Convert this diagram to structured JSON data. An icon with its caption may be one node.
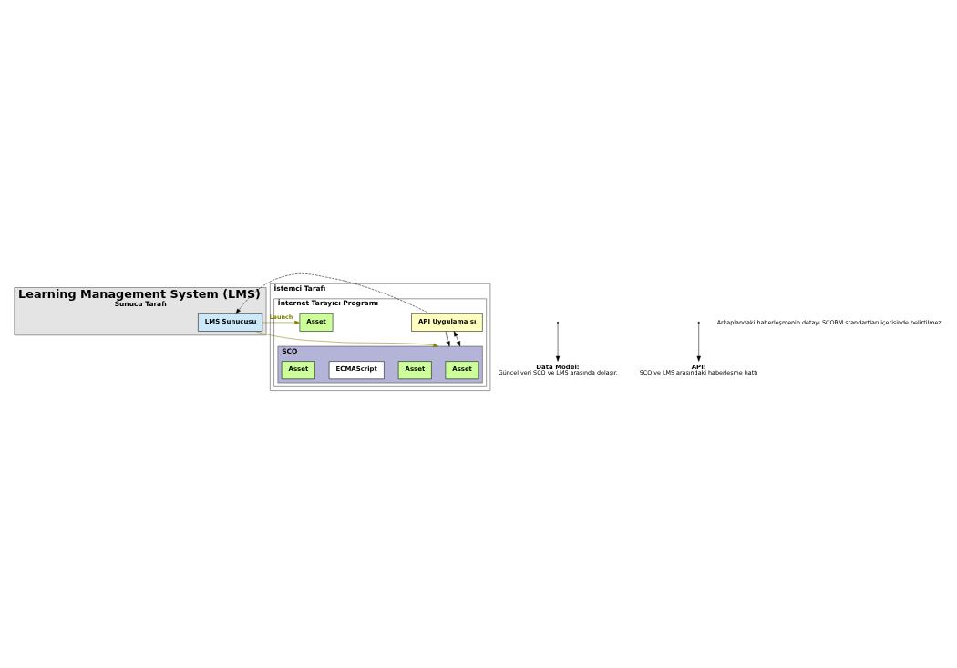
{
  "diagram": {
    "nodes": [
      {
        "text": [
          "Learning Management System (LMS)",
          "Sunucu Tarafı"
        ]
      },
      {
        "text": [
          "LMS Sunucusu"
        ],
        "in": 0
      },
      {
        "text": [
          "İstemci Tarafı"
        ]
      },
      {
        "text": [
          "İnternet Tarayıcı Programı"
        ],
        "in": 2
      },
      {
        "text": [
          "API Uygulama sı"
        ],
        "in": 3
      },
      {
        "text": [
          "SCO"
        ],
        "in": 3
      },
      {
        "text": [
          "Asset"
        ],
        "in": 5
      },
      {
        "text": [
          "Asset"
        ],
        "in": 5
      },
      {
        "text": [
          "ECMAScript"
        ],
        "in": 5
      },
      {
        "text": [
          "Asset"
        ],
        "in": 5
      },
      {
        "text": [
          "Asset"
        ],
        "in": 3
      },
      {
        "text": [
          "Data Model:",
          "Güncel veri SCO ve LMS arasında dolaşır."
        ]
      },
      {
        "text": [
          "API:",
          "SCO ve LMS arasındaki haberleşme hattı"
        ]
      }
    ],
    "edges": [
      {
        "from": 4,
        "to": 1,
        "arrow": "to",
        "style": "dashed"
      },
      {
        "from": 1,
        "to": 5,
        "arrow": "to",
        "color": "#808000"
      },
      {
        "from": 1,
        "to": 10,
        "arrow": "to",
        "label": "Launch",
        "color": "#808000"
      },
      {
        "from": 4,
        "to": 5,
        "arrow": "to"
      },
      {
        "from": 4,
        "to": 5,
        "arrow": "both"
      },
      {
        "from": null,
        "to": 11,
        "arrow": "to"
      },
      {
        "from": null,
        "to": 12,
        "arrow": "to"
      }
    ],
    "labels": [
      "Arkaplandaki haberleşmenin detayı SCORM standartları içerisinde belirtilmez."
    ]
  }
}
